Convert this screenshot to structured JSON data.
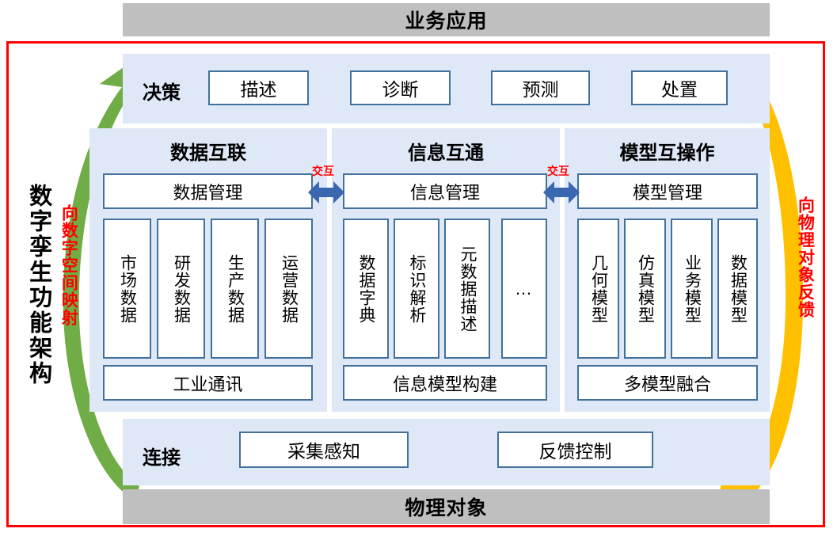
{
  "colors": {
    "frame_red": "#FF0000",
    "grey_bar": "#BFBFBF",
    "panel_blue": "#DEE8F6",
    "box_border": "#41719C",
    "arrow_green": "#70AD47",
    "arrow_amber": "#FFC000",
    "arrow_blue": "#3A67AF",
    "label_red": "#FF0000"
  },
  "bars": {
    "top": "业务应用",
    "bottom": "物理对象"
  },
  "vertical_title": "数字孪生功能架构",
  "side_labels": {
    "left": "向数字空间映射",
    "right": "向物理对象反馈"
  },
  "icons": {
    "left_arrow": "curved-up-arrow-green-icon",
    "right_arrow": "curved-down-arrow-amber-icon",
    "interaction_arrow": "double-headed-arrow-icon"
  },
  "decision_row": {
    "word": "决策",
    "boxes": [
      "描述",
      "诊断",
      "预测",
      "处置"
    ]
  },
  "connect_row": {
    "word": "连接",
    "boxes": [
      "采集感知",
      "反馈控制"
    ]
  },
  "interaction_labels": [
    "交互",
    "交互"
  ],
  "columns": [
    {
      "title": "数据互联",
      "manager": "数据管理",
      "cells": [
        "市场数据",
        "研发数据",
        "生产数据",
        "运营数据"
      ],
      "footer": "工业通讯"
    },
    {
      "title": "信息互通",
      "manager": "信息管理",
      "cells": [
        "数据字典",
        "标识解析",
        "元数据描述",
        "…"
      ],
      "footer": "信息模型构建"
    },
    {
      "title": "模型互操作",
      "manager": "模型管理",
      "cells": [
        "几何模型",
        "仿真模型",
        "业务模型",
        "数据模型"
      ],
      "footer": "多模型融合"
    }
  ]
}
